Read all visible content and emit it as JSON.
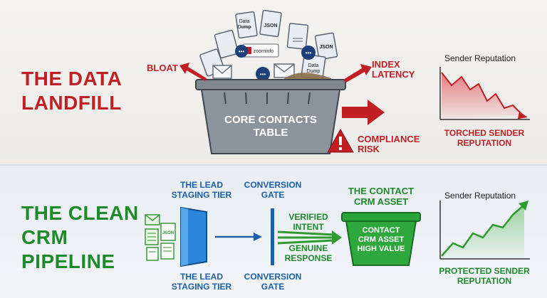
{
  "landfill": {
    "title": "THE DATA\nLANDFILL",
    "bloat_label": "BLOAT",
    "index_latency_label": "INDEX\nLATENCY",
    "bin_label": "CORE CONTACTS\nTABLE",
    "compliance_label": "COMPLIANCE\nRISK",
    "docs": [
      "Data\nDump",
      "JSON",
      "JSON",
      "Data\nDump"
    ],
    "brand": "zoominfo",
    "chart_title": "Sender Reputation",
    "chart_caption": "TORCHED SENDER\nREPUTATION"
  },
  "pipeline": {
    "title": "THE CLEAN\nCRM\nPIPELINE",
    "staging_top": "THE LEAD\nSTAGING TIER",
    "staging_bottom": "THE LEAD\nSTAGING TIER",
    "gate_top": "CONVERSION\nGATE",
    "gate_bottom": "CONVERSION\nGATE",
    "verified_label": "VERIFIED\nINTENT",
    "genuine_label": "GENUINE\nRESPONSE",
    "asset_title": "THE CONTACT\nCRM ASSET",
    "asset_body": "CONTACT\nCRM ASSET\nHIGH VALUE",
    "doc_label": "JSON",
    "chart_title": "Sender Reputation",
    "chart_caption": "PROTECTED SENDER\nREPUTATION"
  },
  "colors": {
    "red": "#c21f25",
    "green": "#1f8a2b",
    "blue": "#1d5fa8"
  }
}
